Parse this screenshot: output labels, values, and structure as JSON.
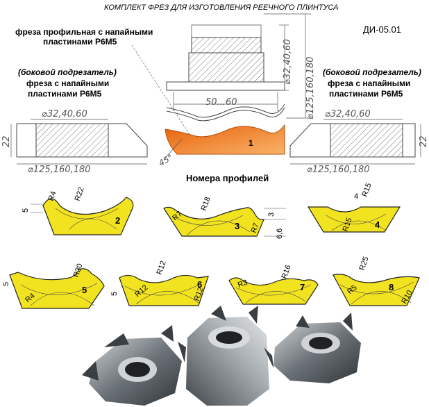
{
  "title": "КОМПЛЕКТ ФРЕЗ ДЛЯ ИЗГОТОВЛЕНИЯ РЕЕЧНОГО ПЛИНТУСА",
  "doc_code": "ДИ-05.01",
  "center_caption": {
    "line1": "фреза профильная с напайными",
    "line2": "пластинами Р6М5"
  },
  "left_caption": {
    "line1": "(боковой подрезатель)",
    "line2": "фреза с напайными",
    "line3": "пластинами Р6М5"
  },
  "right_caption": {
    "line1": "(боковой подрезатель)",
    "line2": "фреза с напайными",
    "line3": "пластинами Р6М5"
  },
  "center_dims": {
    "width": "50...60",
    "bore": "⌀32,40,60",
    "diameter": "⌀125,160,180",
    "angle": "45°",
    "profile_no": "1"
  },
  "left_dims": {
    "bore": "⌀32,40,60",
    "height": "22",
    "diameter": "⌀125,160,180"
  },
  "right_dims": {
    "bore": "⌀32,40,60",
    "height": "22",
    "diameter": "⌀125,160,180"
  },
  "profiles_title": "Номера профилей",
  "profiles": [
    {
      "no": "2",
      "labels": [
        "R4",
        "R22",
        "5"
      ]
    },
    {
      "no": "3",
      "labels": [
        "R18",
        "R7",
        "R7",
        "3",
        "6,6"
      ]
    },
    {
      "no": "4",
      "labels": [
        "R15",
        "4",
        "R15"
      ]
    },
    {
      "no": "5",
      "labels": [
        "R30",
        "5",
        "R4"
      ]
    },
    {
      "no": "6",
      "labels": [
        "R12",
        "5",
        "R12",
        "R12"
      ]
    },
    {
      "no": "7",
      "labels": [
        "R16",
        "R3"
      ]
    },
    {
      "no": "8",
      "labels": [
        "R25",
        "R5",
        "R10"
      ]
    }
  ],
  "colors": {
    "profile_fill": "#f2e320",
    "cutter_orange": "#f07a1a",
    "hatch": "#666666"
  }
}
